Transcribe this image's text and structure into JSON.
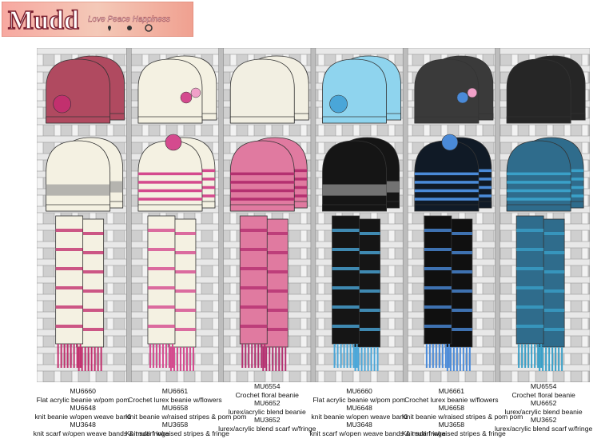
{
  "brand": {
    "name": "Mudd",
    "tagline": "Love Peace Happiness"
  },
  "captions": [
    [
      "MU6660",
      "Flat acrylic beanie w/pom pom",
      "MU6648",
      "knit beanie w/open weave band",
      "MU3648",
      "knit scarf w/open weave bands & multi fringe"
    ],
    [
      "MU6661",
      "Crochet lurex beanie w/flowers",
      "MU6658",
      "Knit beanie w/raised stripes & pom pom",
      "MU3658",
      "Knit scarf w/raised stripes & fringe"
    ],
    [
      "MU6554",
      "Crochet floral beanie",
      "MU6652",
      "lurex/acrylic blend beanie",
      "MU3652",
      "lurex/acrylic blend scarf w/fringe"
    ],
    [
      "MU6660",
      "Flat acrylic beanie w/pom pom",
      "MU6648",
      "knit beanie w/open weave band",
      "MU3648",
      "knit scarf w/open weave bands & multi fringe"
    ],
    [
      "MU6661",
      "Crochet lurex beanie w/flowers",
      "MU6658",
      "Knit beanie w/raised stripes & pom pom",
      "MU3658",
      "Knit scarf w/raised stripes & fringe"
    ],
    [
      "MU6554",
      "Crochet floral beanie",
      "MU6652",
      "lurex/acrylic blend beanie",
      "MU3652",
      "lurex/acrylic blend scarf w/fringe"
    ]
  ],
  "colorways": [
    {
      "beanie1": "#b04a60",
      "beanie2": "#f4f1e2",
      "scarf": "#f4f1e2",
      "accent": "#c2306e"
    },
    {
      "beanie1": "#f4f1e2",
      "beanie2": "#f4f1e2",
      "scarf": "#f4f1e2",
      "accent": "#d44a8e"
    },
    {
      "beanie1": "#f2efe2",
      "beanie2": "#e07aa0",
      "scarf": "#e07aa0",
      "accent": "#b43070"
    },
    {
      "beanie1": "#8fd4ee",
      "beanie2": "#151515",
      "scarf": "#151515",
      "accent": "#4aa6d8"
    },
    {
      "beanie1": "#3a3a3a",
      "beanie2": "#101a26",
      "scarf": "#101010",
      "accent": "#4a8ad8"
    },
    {
      "beanie1": "#262626",
      "beanie2": "#2f6c8c",
      "scarf": "#2f6c8c",
      "accent": "#3aa0c8"
    }
  ]
}
